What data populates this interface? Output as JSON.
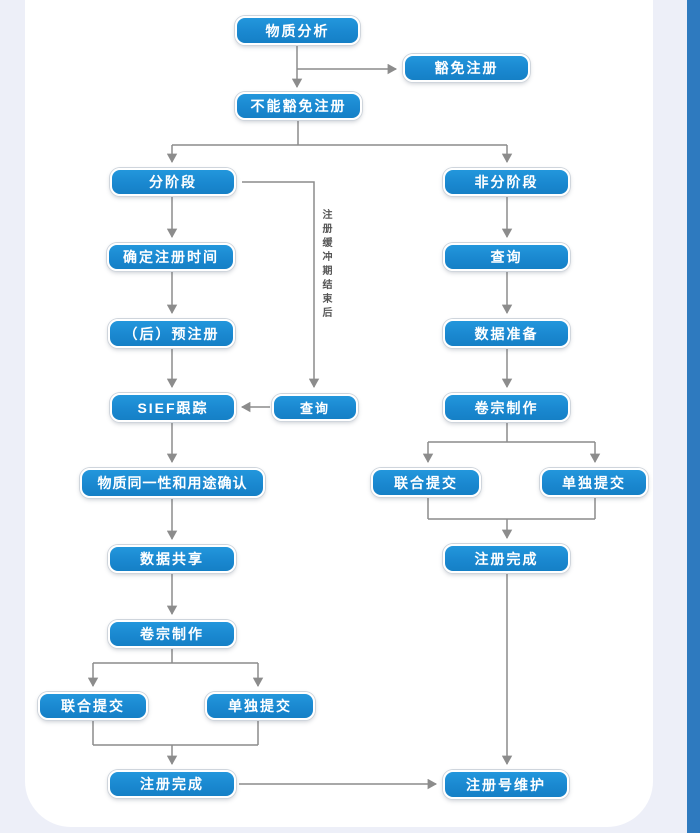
{
  "colors": {
    "node_fill": "#1a88d0",
    "node_text": "#ffffff",
    "arrow": "#8c8c8c",
    "page_background": "#edeff8",
    "right_accent_bar": "#2e7abf",
    "card_background": "#ffffff"
  },
  "flowchart": {
    "nodes": {
      "substance_analysis": "物质分析",
      "exempt_registration": "豁免注册",
      "cannot_exempt": "不能豁免注册",
      "phased": "分阶段",
      "non_phased": "非分阶段",
      "determine_time": "确定注册时间",
      "late_pre_registration": "（后）预注册",
      "sief_tracking": "SIEF跟踪",
      "query_mid": "查询",
      "identity_use_confirmation": "物质同一性和用途确认",
      "data_sharing": "数据共享",
      "dossier_left": "卷宗制作",
      "joint_left": "联合提交",
      "individual_left": "单独提交",
      "complete_left": "注册完成",
      "query_right": "查询",
      "data_preparation": "数据准备",
      "dossier_right": "卷宗制作",
      "joint_right": "联合提交",
      "individual_right": "单独提交",
      "complete_right": "注册完成",
      "number_maintenance": "注册号维护"
    },
    "edge_label": "注册缓冲期结束后",
    "edges": [
      {
        "from": "substance_analysis",
        "to": "exempt_registration"
      },
      {
        "from": "substance_analysis",
        "to": "cannot_exempt"
      },
      {
        "from": "cannot_exempt",
        "to": "phased"
      },
      {
        "from": "cannot_exempt",
        "to": "non_phased"
      },
      {
        "from": "phased",
        "to": "determine_time"
      },
      {
        "from": "determine_time",
        "to": "late_pre_registration"
      },
      {
        "from": "late_pre_registration",
        "to": "sief_tracking"
      },
      {
        "from": "phased",
        "to": "query_mid",
        "label": "注册缓冲期结束后"
      },
      {
        "from": "query_mid",
        "to": "sief_tracking"
      },
      {
        "from": "sief_tracking",
        "to": "identity_use_confirmation"
      },
      {
        "from": "identity_use_confirmation",
        "to": "data_sharing"
      },
      {
        "from": "data_sharing",
        "to": "dossier_left"
      },
      {
        "from": "dossier_left",
        "to": "joint_left"
      },
      {
        "from": "dossier_left",
        "to": "individual_left"
      },
      {
        "from": "joint_left",
        "to": "complete_left"
      },
      {
        "from": "individual_left",
        "to": "complete_left"
      },
      {
        "from": "complete_left",
        "to": "number_maintenance"
      },
      {
        "from": "non_phased",
        "to": "query_right"
      },
      {
        "from": "query_right",
        "to": "data_preparation"
      },
      {
        "from": "data_preparation",
        "to": "dossier_right"
      },
      {
        "from": "dossier_right",
        "to": "joint_right"
      },
      {
        "from": "dossier_right",
        "to": "individual_right"
      },
      {
        "from": "joint_right",
        "to": "complete_right"
      },
      {
        "from": "individual_right",
        "to": "complete_right"
      },
      {
        "from": "complete_right",
        "to": "number_maintenance"
      }
    ]
  }
}
